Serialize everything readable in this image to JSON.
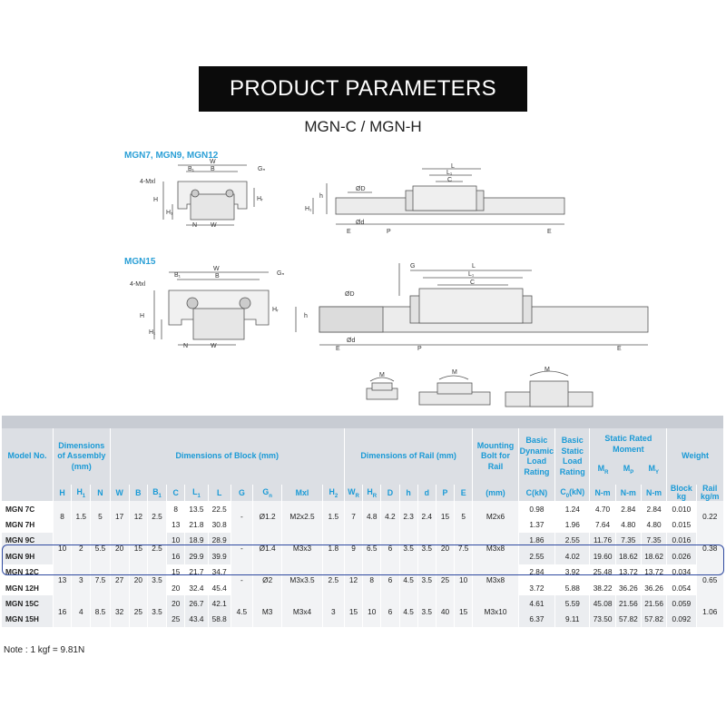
{
  "banner_title": "PRODUCT PARAMETERS",
  "subtitle": "MGN-C / MGN-H",
  "drawings": {
    "label_small": "MGN7, MGN9, MGN12",
    "label_large": "MGN15",
    "dims": {
      "W": "W",
      "B": "B",
      "B1": "B₁",
      "Gn": "Gₙ",
      "Mxl": "4-Mxl",
      "H": "H",
      "H1": "H₁",
      "Hr": "Hᵣ",
      "N": "N",
      "WR": "W",
      "D": "ØD",
      "d": "Ød",
      "h": "h",
      "E": "E",
      "P": "P",
      "L": "L",
      "L1": "L₁",
      "C": "C",
      "G": "G",
      "MR": "M",
      "MP": "M",
      "MY": "M"
    }
  },
  "table": {
    "groups": {
      "model": "Model No.",
      "assembly": "Dimensions of Assembly (mm)",
      "block": "Dimensions of Block (mm)",
      "rail": "Dimensions of Rail (mm)",
      "bolt": "Mounting Bolt for Rail",
      "dyn": "Basic Dynamic Load Rating",
      "stat": "Basic Static Load Rating",
      "moment": "Static Rated Moment",
      "weight": "Weight"
    },
    "moment_units": {
      "mr": "M",
      "mp": "M",
      "my": "M"
    },
    "sym": {
      "H": "H",
      "H1": "H",
      "N": "N",
      "W": "W",
      "B": "B",
      "B1": "B",
      "C": "C",
      "L1": "L",
      "L": "L",
      "G": "G",
      "Gn": "G",
      "Mxl": "Mxl",
      "H2": "H",
      "WR": "W",
      "HR": "H",
      "D": "D",
      "h": "h",
      "d": "d",
      "P": "P",
      "E": "E",
      "bolt": "(mm)",
      "ck": "C(kN)",
      "c0": "C",
      "c0unit": "(kN)",
      "nm1": "N-m",
      "nm2": "N-m",
      "nm3": "N-m",
      "blk": "Block",
      "blkunit": "kg",
      "rail": "Rail",
      "railunit": "kg/m"
    },
    "rows": [
      {
        "model": "MGN 7C",
        "H": "8",
        "H1": "1.5",
        "N": "5",
        "W": "17",
        "B": "12",
        "B1": "2.5",
        "C": "8",
        "L1": "13.5",
        "L": "22.5",
        "G": "-",
        "Gn": "Ø1.2",
        "Mxl": "M2x2.5",
        "H2": "1.5",
        "WR": "7",
        "HR": "4.8",
        "D": "4.2",
        "h": "2.3",
        "d": "2.4",
        "P": "15",
        "E": "5",
        "bolt": "M2x6",
        "Ck": "0.98",
        "C0": "1.24",
        "MR": "4.70",
        "MP": "2.84",
        "MY": "2.84",
        "blk": "0.010",
        "rail": "0.22"
      },
      {
        "model": "MGN 7H",
        "C": "13",
        "L1": "21.8",
        "L": "30.8",
        "Ck": "1.37",
        "C0": "1.96",
        "MR": "7.64",
        "MP": "4.80",
        "MY": "4.80",
        "blk": "0.015"
      },
      {
        "model": "MGN 9C",
        "H": "10",
        "H1": "2",
        "N": "5.5",
        "W": "20",
        "B": "15",
        "B1": "2.5",
        "C": "10",
        "L1": "18.9",
        "L": "28.9",
        "G": "-",
        "Gn": "Ø1.4",
        "Mxl": "M3x3",
        "H2": "1.8",
        "WR": "9",
        "HR": "6.5",
        "D": "6",
        "h": "3.5",
        "d": "3.5",
        "P": "20",
        "E": "7.5",
        "bolt": "M3x8",
        "Ck": "1.86",
        "C0": "2.55",
        "MR": "11.76",
        "MP": "7.35",
        "MY": "7.35",
        "blk": "0.016",
        "rail": "0.38"
      },
      {
        "model": "MGN 9H",
        "C": "16",
        "L1": "29.9",
        "L": "39.9",
        "Ck": "2.55",
        "C0": "4.02",
        "MR": "19.60",
        "MP": "18.62",
        "MY": "18.62",
        "blk": "0.026"
      },
      {
        "model": "MGN 12C",
        "H": "13",
        "H1": "3",
        "N": "7.5",
        "W": "27",
        "B": "20",
        "B1": "3.5",
        "C": "15",
        "L1": "21.7",
        "L": "34.7",
        "G": "-",
        "Gn": "Ø2",
        "Mxl": "M3x3.5",
        "H2": "2.5",
        "WR": "12",
        "HR": "8",
        "D": "6",
        "h": "4.5",
        "d": "3.5",
        "P": "25",
        "E": "10",
        "bolt": "M3x8",
        "Ck": "2.84",
        "C0": "3.92",
        "MR": "25.48",
        "MP": "13.72",
        "MY": "13.72",
        "blk": "0.034",
        "rail": "0.65"
      },
      {
        "model": "MGN 12H",
        "C": "20",
        "L1": "32.4",
        "L": "45.4",
        "Ck": "3.72",
        "C0": "5.88",
        "MR": "38.22",
        "MP": "36.26",
        "MY": "36.26",
        "blk": "0.054"
      },
      {
        "model": "MGN 15C",
        "H": "16",
        "H1": "4",
        "N": "8.5",
        "W": "32",
        "B": "25",
        "B1": "3.5",
        "C": "20",
        "L1": "26.7",
        "L": "42.1",
        "G": "4.5",
        "Gn": "M3",
        "Mxl": "M3x4",
        "H2": "3",
        "WR": "15",
        "HR": "10",
        "D": "6",
        "h": "4.5",
        "d": "3.5",
        "P": "40",
        "E": "15",
        "bolt": "M3x10",
        "Ck": "4.61",
        "C0": "5.59",
        "MR": "45.08",
        "MP": "21.56",
        "MY": "21.56",
        "blk": "0.059",
        "rail": "1.06"
      },
      {
        "model": "MGN 15H",
        "C": "25",
        "L1": "43.4",
        "L": "58.8",
        "Ck": "6.37",
        "C0": "9.11",
        "MR": "73.50",
        "MP": "57.82",
        "MY": "57.82",
        "blk": "0.092"
      }
    ],
    "note": "Note :     1 kgf = 9.81N"
  }
}
